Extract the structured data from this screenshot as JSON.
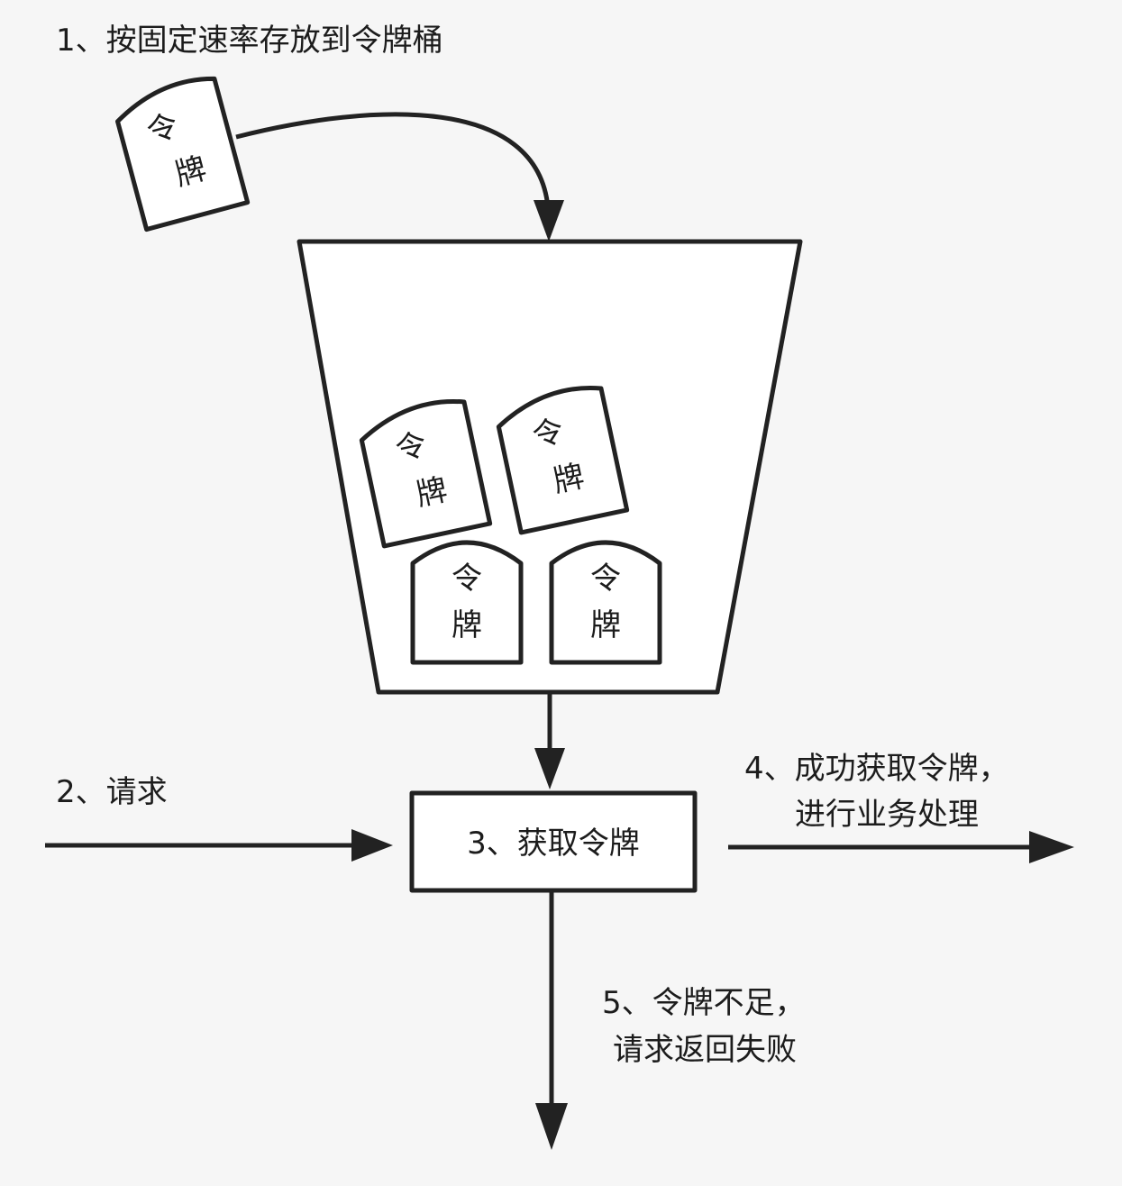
{
  "steps": {
    "s1": "1、按固定速率存放到令牌桶",
    "s2": "2、请求",
    "s3": "3、获取令牌",
    "s4_line1": "4、成功获取令牌，",
    "s4_line2": "进行业务处理",
    "s5_line1": "5、令牌不足，",
    "s5_line2": "请求返回失败"
  },
  "token": {
    "char1": "令",
    "char2": "牌"
  }
}
